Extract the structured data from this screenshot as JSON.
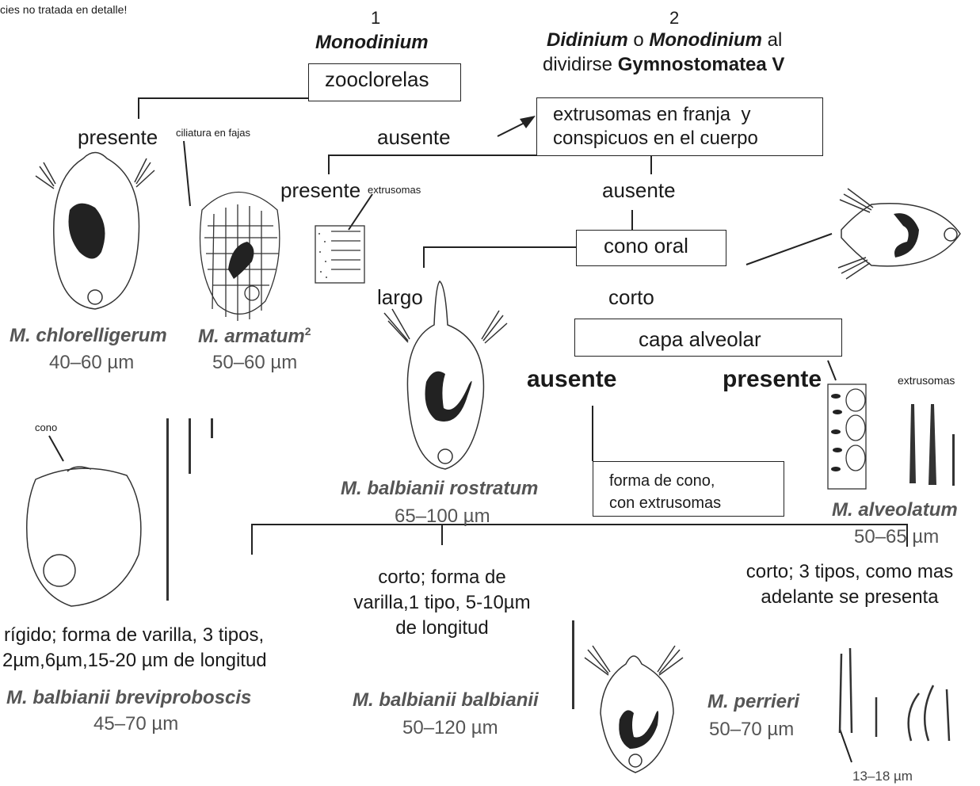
{
  "note_top": "cies no tratada en detalle!",
  "col1": {
    "number": "1",
    "genus": "Monodinium"
  },
  "col2": {
    "number": "2",
    "name_a": "Didinium",
    "connector": " o ",
    "name_b": "Monodinium",
    "suffix": " al",
    "line2_pre": "dividirse ",
    "line2_bold": "Gymnostomatea V"
  },
  "keys": {
    "zooclorelas": "zooclorelas",
    "extrusomas_franja_l1": "extrusomas en franja  y",
    "extrusomas_franja_l2": "conspicuos en el cuerpo",
    "cono_oral": "cono oral",
    "capa_alveolar": "capa alveolar",
    "forma_cono_l1": "forma de cono,",
    "forma_cono_l2": "con extrusomas"
  },
  "branches": {
    "presente_1": "presente",
    "ausente_1": "ausente",
    "presente_2": "presente",
    "ausente_2": "ausente",
    "largo": "largo",
    "corto": "corto",
    "ausente_3": "ausente",
    "presente_3": "presente"
  },
  "annotations": {
    "ciliatura": "ciliatura en fajas",
    "extrusomas_1": "extrusomas",
    "extrusomas_2": "extrusomas",
    "cono": "cono",
    "length_13_18": "13–18 µm"
  },
  "descriptions": {
    "rigido_l1": "rígido; forma de varilla, 3 tipos,",
    "rigido_l2": "2µm,6µm,15-20 µm de longitud",
    "corto_varilla_l1": "corto; forma de",
    "corto_varilla_l2": "varilla,1 tipo, 5-10µm",
    "corto_varilla_l3": "de longitud",
    "corto_3tipos_l1": "corto; 3 tipos, como mas",
    "corto_3tipos_l2": "adelante se presenta"
  },
  "species": [
    {
      "name": "M. chlorelligerum",
      "size": "40–60 µm"
    },
    {
      "name": "M. armatum",
      "sup": "2",
      "size": "50–60 µm"
    },
    {
      "name": "M. balbianii rostratum",
      "size": "65–100 µm"
    },
    {
      "name": "M. alveolatum",
      "size": "50–65 µm"
    },
    {
      "name": "M. balbianii breviproboscis",
      "size": "45–70 µm"
    },
    {
      "name": "M. balbianii balbianii",
      "size": "50–120 µm"
    },
    {
      "name": "M. perrieri",
      "size": "50–70 µm"
    }
  ]
}
